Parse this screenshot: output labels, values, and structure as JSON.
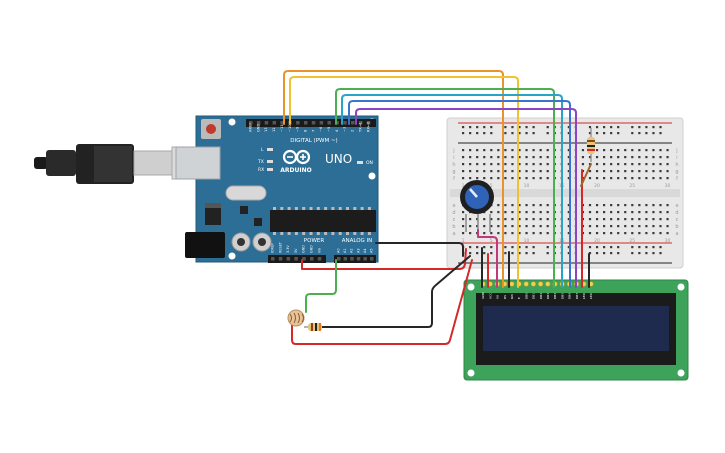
{
  "arduino": {
    "digital_header_label": "DIGITAL (PWM ~)",
    "logo_text": "ARDUINO",
    "model": "UNO",
    "power_label": "POWER",
    "analog_label": "ANALOG IN",
    "led_labels": [
      "L",
      "TX",
      "RX",
      "ON"
    ],
    "digital_pins": [
      "AREF",
      "GND",
      "13",
      "12",
      "~11",
      "~10",
      "~9",
      "8",
      "7",
      "~6",
      "~5",
      "4",
      "~3",
      "2",
      "TX→1",
      "RX←0"
    ],
    "power_pins": [
      "IOREF",
      "RESET",
      "3.3V",
      "5V",
      "GND",
      "GND",
      "Vin"
    ],
    "analog_pins": [
      "A0",
      "A1",
      "A2",
      "A3",
      "A4",
      "A5"
    ],
    "board_color": "#2c6e96"
  },
  "breadboard": {
    "row_letters_top": [
      "j",
      "i",
      "h",
      "g",
      "f"
    ],
    "row_letters_bottom": [
      "e",
      "d",
      "c",
      "b",
      "a"
    ],
    "column_numbers": [
      "1",
      "5",
      "10",
      "15",
      "20",
      "25",
      "30"
    ]
  },
  "lcd": {
    "pins": [
      "GND",
      "VCC",
      "V0",
      "RS",
      "RW",
      "E",
      "DB0",
      "DB1",
      "DB2",
      "DB3",
      "DB4",
      "DB5",
      "DB6",
      "DB7",
      "LED",
      "LED"
    ],
    "pcb_color": "#3da35a",
    "screen_color": "#1e2a4e"
  },
  "wire_colors": {
    "orange": "#e8932c",
    "yellow": "#f2c12e",
    "green": "#4caf50",
    "teal": "#26a5c9",
    "blue": "#3a74d0",
    "purple": "#8a44c4",
    "red": "#d62828",
    "black": "#262626",
    "magenta": "#c2387a"
  }
}
